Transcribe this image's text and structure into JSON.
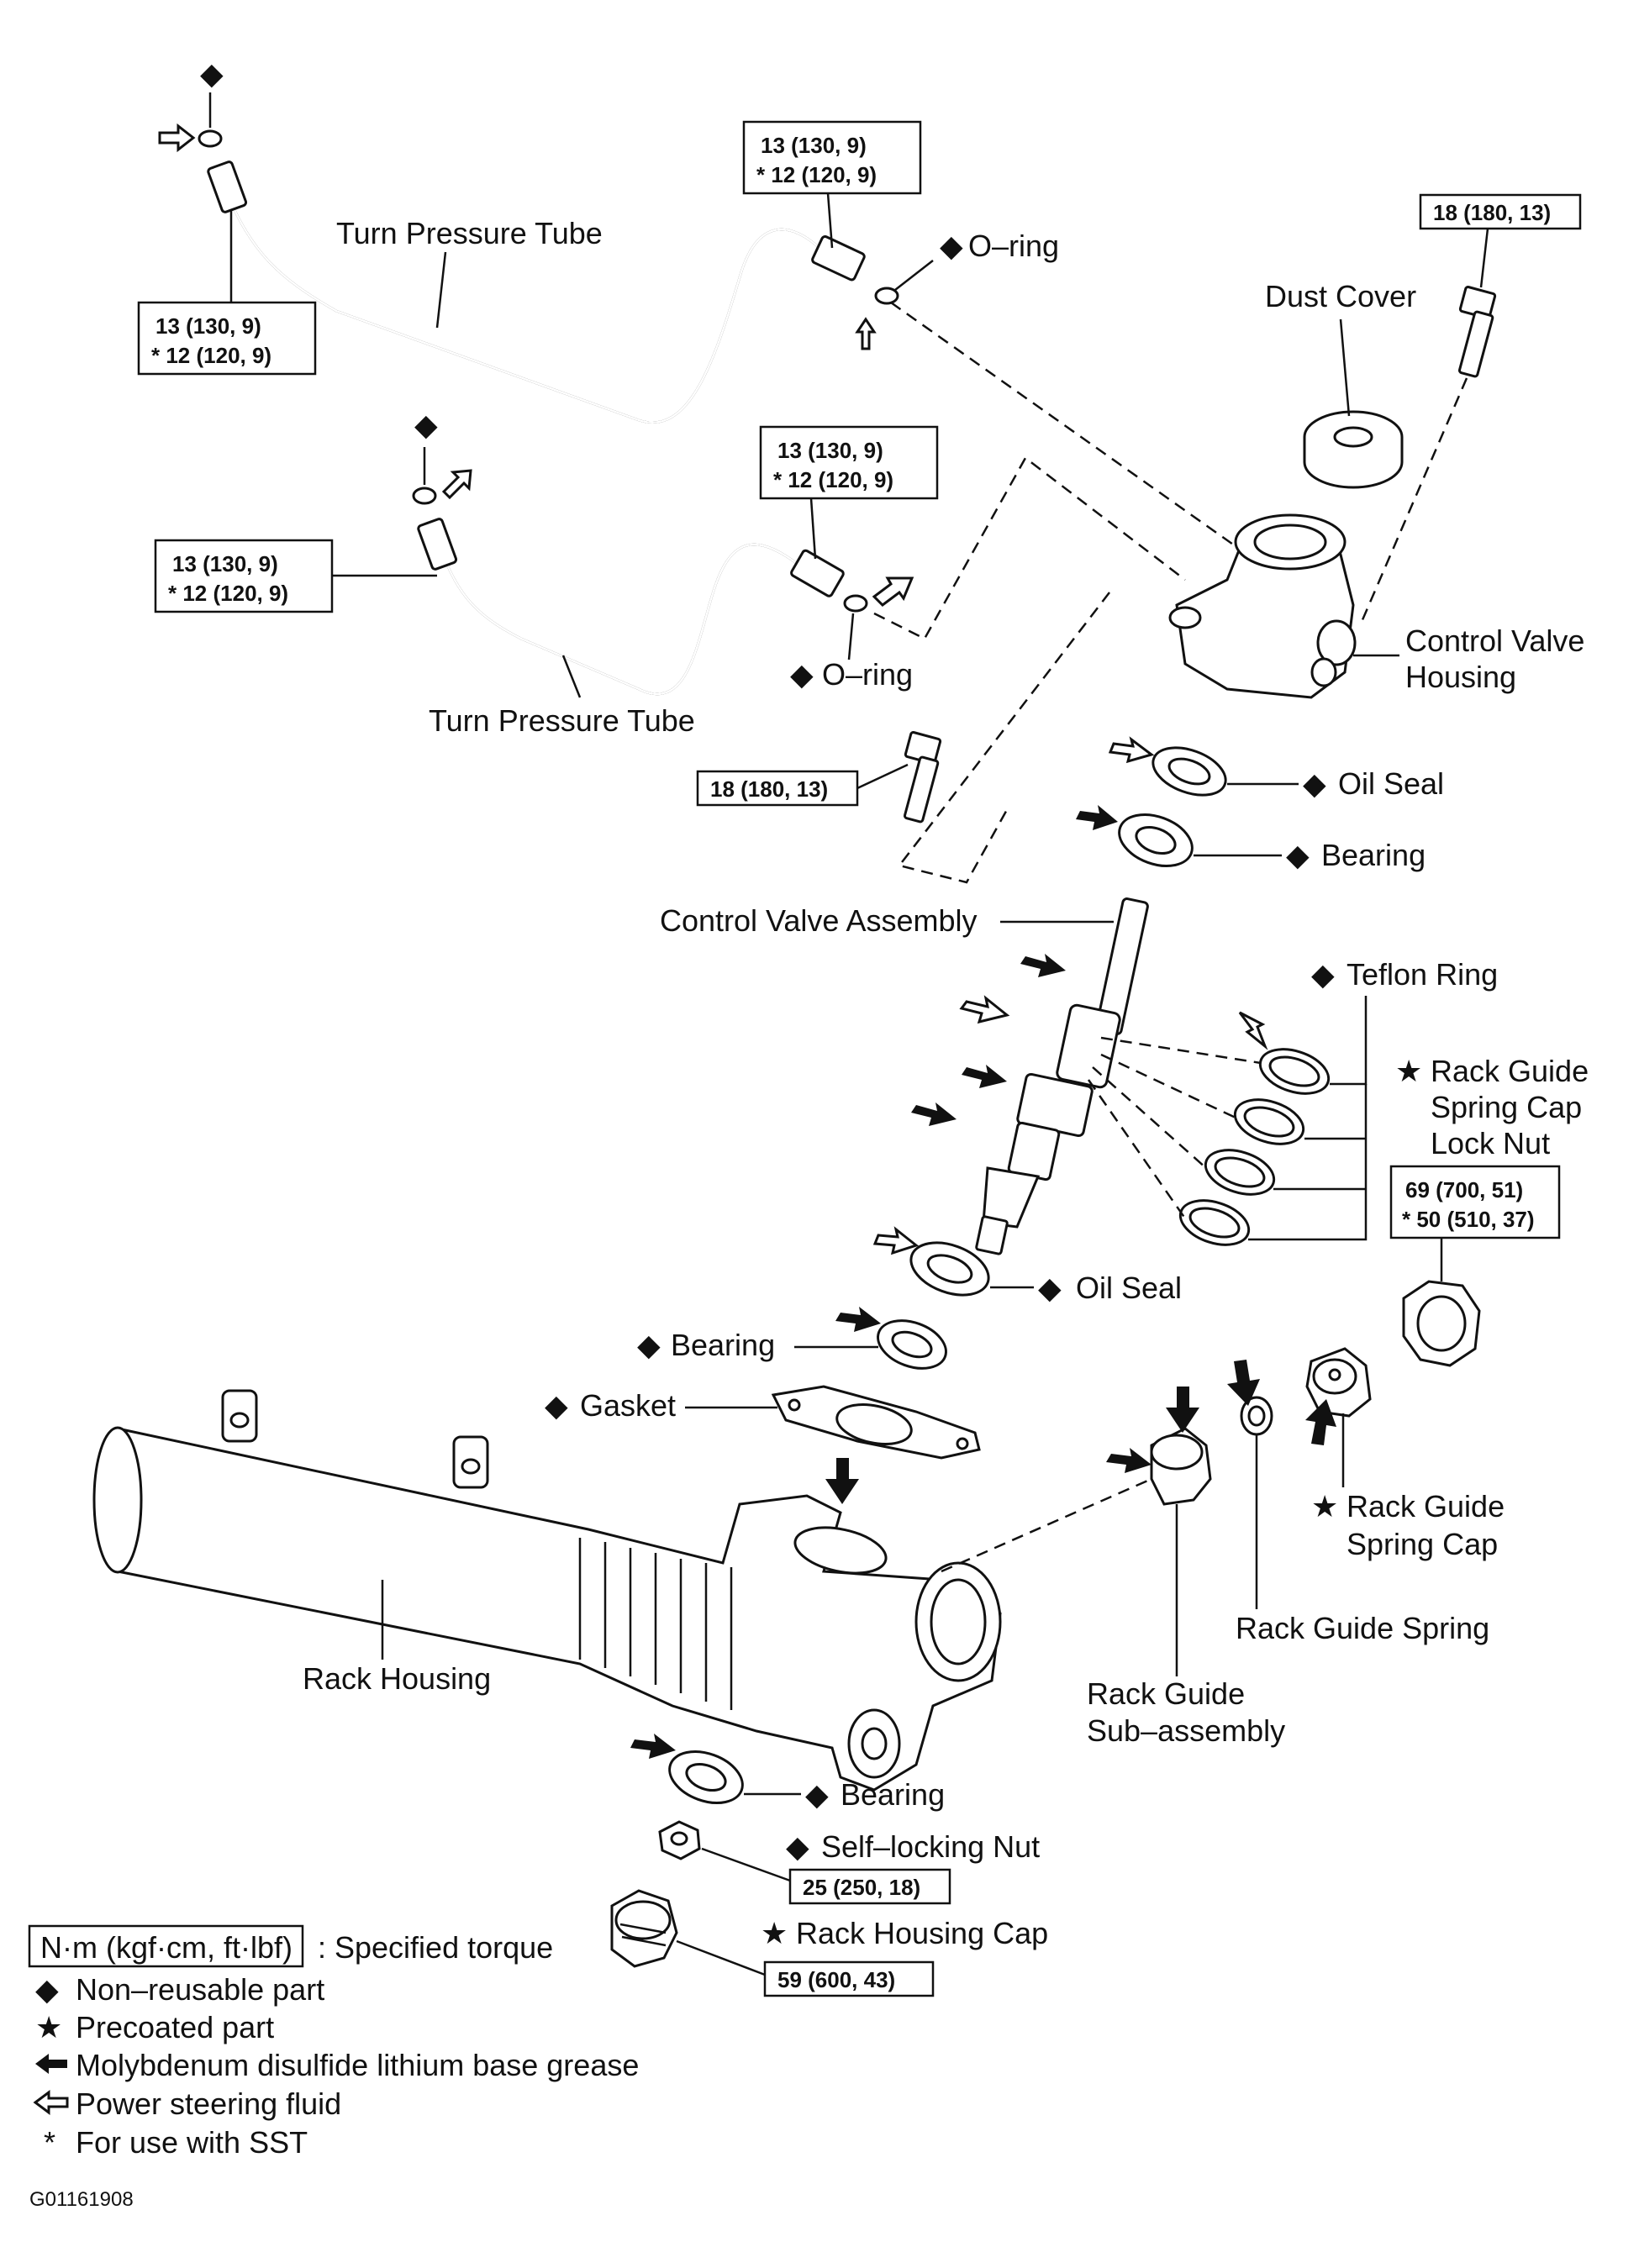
{
  "labels": {
    "turn_pressure_tube": "Turn Pressure Tube",
    "o_ring": "O–ring",
    "dust_cover": "Dust Cover",
    "control_valve_housing_l1": "Control Valve",
    "control_valve_housing_l2": "Housing",
    "oil_seal": "Oil Seal",
    "bearing": "Bearing",
    "control_valve_assembly": "Control Valve Assembly",
    "teflon_ring": "Teflon Ring",
    "rack_guide_lock_nut_l1": "Rack Guide",
    "rack_guide_lock_nut_l2": "Spring Cap",
    "rack_guide_lock_nut_l3": "Lock Nut",
    "gasket": "Gasket",
    "rack_guide_spring_cap_l1": "Rack Guide",
    "rack_guide_spring_cap_l2": "Spring Cap",
    "rack_guide_spring": "Rack Guide Spring",
    "rack_guide_sub_l1": "Rack Guide",
    "rack_guide_sub_l2": "Sub–assembly",
    "rack_housing": "Rack Housing",
    "self_locking_nut": "Self–locking Nut",
    "rack_housing_cap": "Rack Housing Cap"
  },
  "torque": {
    "tube_std": "13 (130, 9)",
    "tube_sst": "* 12 (120, 9)",
    "bolt": "18 (180, 13)",
    "lock_nut_std": "69 (700, 51)",
    "lock_nut_sst": "* 50 (510, 37)",
    "self_locking_nut": "25 (250, 18)",
    "rack_housing_cap": "59 (600, 43)"
  },
  "legend": {
    "unit_box": "N·m (kgf·cm, ft·lbf)",
    "unit_desc": ": Specified torque",
    "non_reusable": "Non–reusable part",
    "precoated": "Precoated part",
    "grease": "Molybdenum disulfide lithium base grease",
    "fluid": "Power steering fluid",
    "sst": "For use with SST"
  },
  "symbols": {
    "diamond": "◆",
    "star": "★",
    "asterisk": "*"
  },
  "figure_code": "G01161908"
}
